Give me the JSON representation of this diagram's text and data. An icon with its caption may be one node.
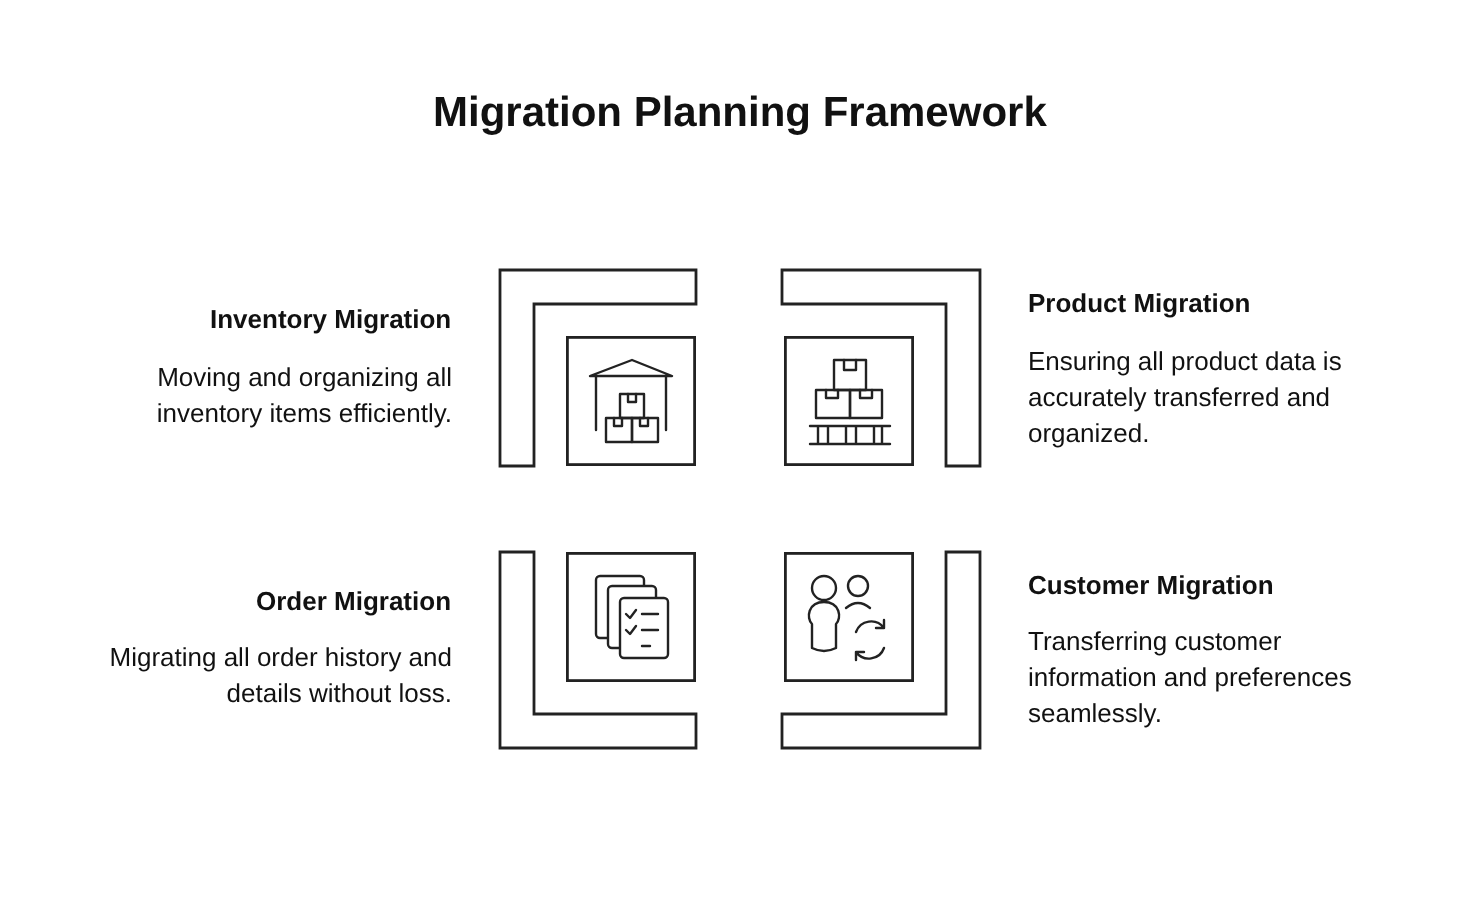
{
  "diagram": {
    "title": "Migration Planning Framework",
    "labels": [
      "Inventory Migration",
      "Moving and organizing all inventory items efficiently.",
      "Product Migration",
      "Ensuring all product data is accurately transferred and organized.",
      "Order Migration",
      "Migrating all order history and details without loss.",
      "Customer Migration",
      "Transferring customer information and preferences seamlessly."
    ]
  }
}
